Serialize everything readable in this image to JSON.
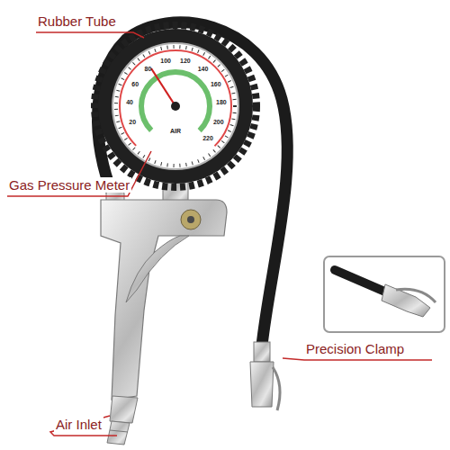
{
  "diagram": {
    "labels": [
      "Rubber Tube",
      "Gas Pressure Meter",
      "Precision Clamp",
      "Air Inlet",
      "20",
      "40",
      "60",
      "80",
      "100",
      "120",
      "140",
      "160",
      "180",
      "200",
      "220",
      "AIR"
    ]
  }
}
